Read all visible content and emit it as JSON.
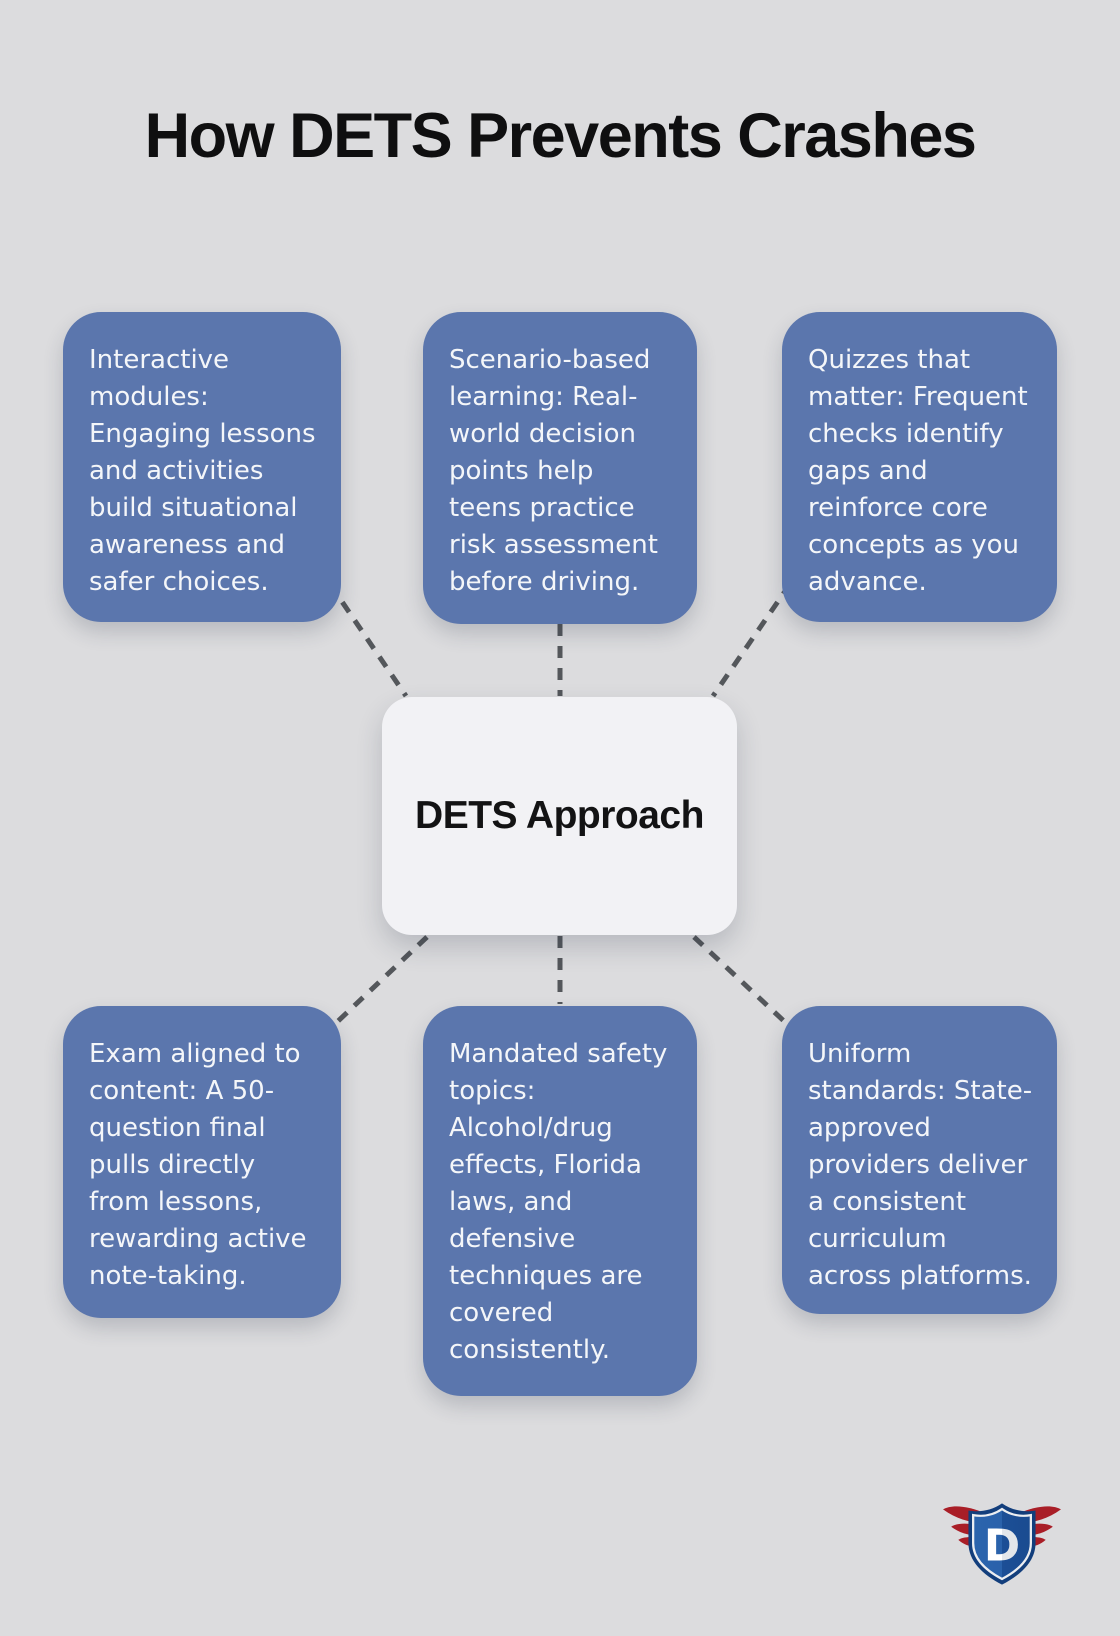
{
  "title": "How DETS Prevents Crashes",
  "center": {
    "label": "DETS Approach"
  },
  "nodes": [
    {
      "id": "interactive-modules",
      "text": "Interactive modules: Engaging lessons and activities build situational awareness and safer choices."
    },
    {
      "id": "scenario-based-learning",
      "text": "Scenario-based learning: Real-world decision points help teens practice risk assessment before driving."
    },
    {
      "id": "quizzes-that-matter",
      "text": "Quizzes that matter: Frequent checks identify gaps and reinforce core concepts as you advance."
    },
    {
      "id": "exam-aligned-to-content",
      "text": "Exam aligned to content: A 50-question final pulls directly from lessons, rewarding active note-taking."
    },
    {
      "id": "mandated-safety-topics",
      "text": "Mandated safety topics: Alcohol/drug effects, Florida laws, and defensive techniques are covered consistently."
    },
    {
      "id": "uniform-standards",
      "text": "Uniform standards: State-approved providers deliver a consistent curriculum across platforms."
    }
  ],
  "logo": {
    "letter": "D"
  },
  "colors": {
    "background": "#dcdcde",
    "node_background": "#5b76ad",
    "node_text": "#f4f6f9",
    "center_background": "#f2f2f5",
    "connector": "#54575b",
    "title_text": "#0f0f10",
    "logo_shield_blue": "#1c4f96",
    "logo_wing_red": "#a91e27"
  }
}
